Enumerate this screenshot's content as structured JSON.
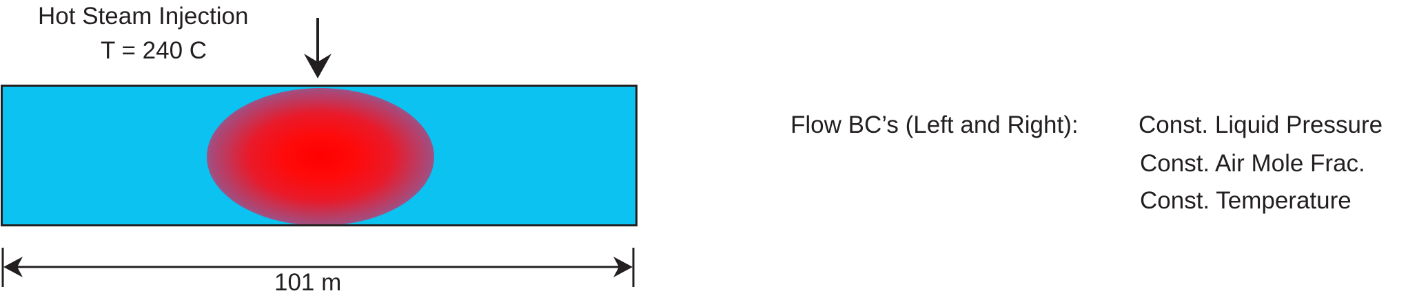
{
  "injection": {
    "title": "Hot Steam Injection",
    "temperature": "T = 240 C"
  },
  "domain": {
    "fill_color": "#0bc2f0",
    "hot_zone_color": "#ff0000",
    "length_label": "101 m"
  },
  "boundary_conditions": {
    "label": "Flow BC’s (Left and Right):",
    "items": [
      "Const. Liquid Pressure",
      "Const. Air Mole Frac.",
      "Const. Temperature"
    ]
  }
}
